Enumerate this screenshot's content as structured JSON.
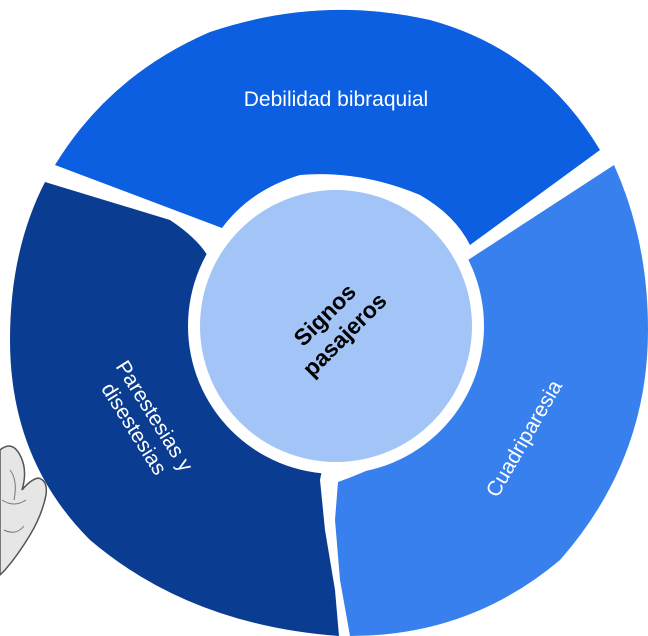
{
  "diagram": {
    "center": {
      "line1": "Signos",
      "line2": "pasajeros",
      "color": "#a3c4f6"
    },
    "segments": [
      {
        "label": "Debilidad bibraquial",
        "color": "#0b5fe0"
      },
      {
        "label": "Cuadriparesia",
        "color": "#3780ee"
      },
      {
        "label_line1": "Parestesias y",
        "label_line2": "disestesias",
        "color": "#0a3d91"
      }
    ],
    "hand_image": "hand-illustration"
  }
}
